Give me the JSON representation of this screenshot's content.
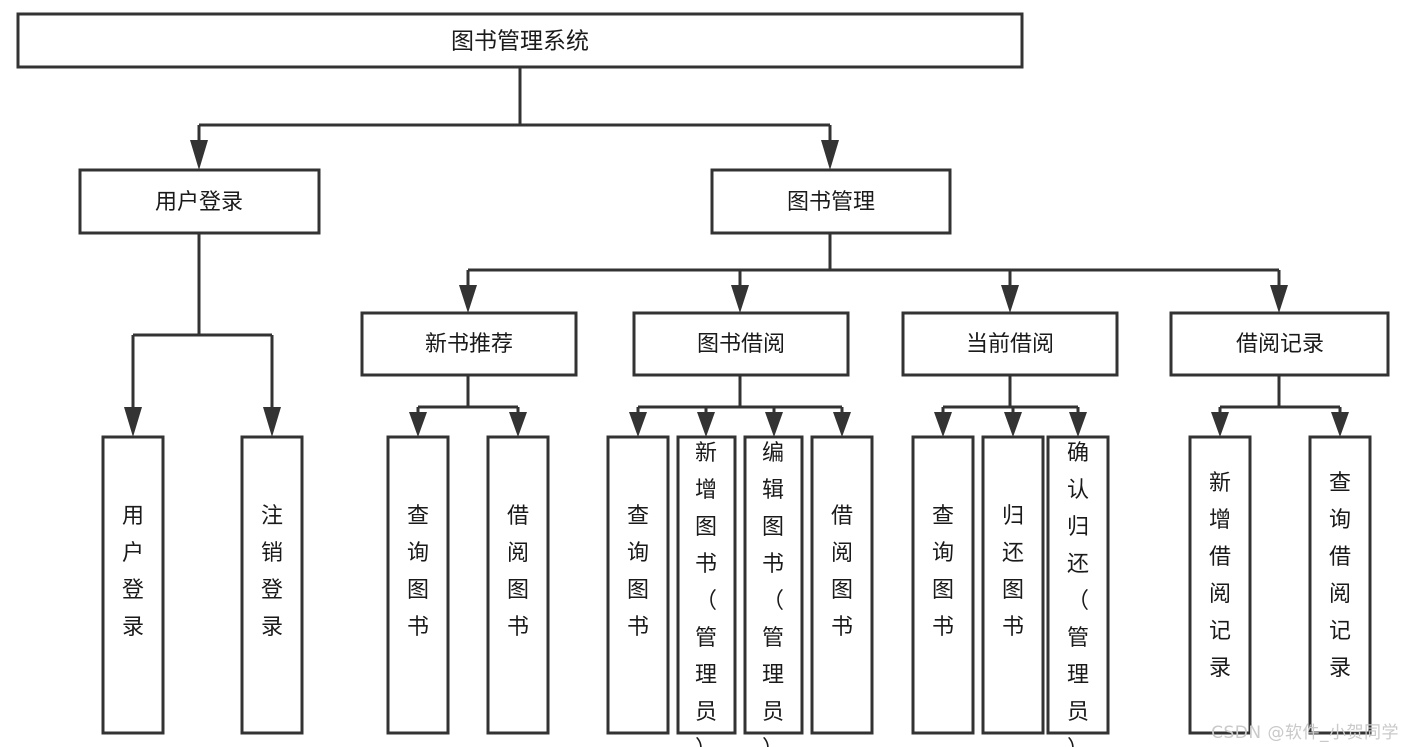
{
  "diagram": {
    "title": "图书管理系统",
    "type": "tree",
    "root": {
      "id": "root",
      "label": "图书管理系统"
    },
    "level1": [
      {
        "id": "user-login",
        "label": "用户登录"
      },
      {
        "id": "book-manage",
        "label": "图书管理"
      }
    ],
    "level2": [
      {
        "id": "new-book-recommend",
        "label": "新书推荐",
        "parent": "book-manage"
      },
      {
        "id": "book-borrow",
        "label": "图书借阅",
        "parent": "book-manage"
      },
      {
        "id": "current-borrow",
        "label": "当前借阅",
        "parent": "book-manage"
      },
      {
        "id": "borrow-record",
        "label": "借阅记录",
        "parent": "book-manage"
      }
    ],
    "leaves": [
      {
        "id": "leaf-user-login",
        "label": "用户登录",
        "parent": "user-login"
      },
      {
        "id": "leaf-logout",
        "label": "注销登录",
        "parent": "user-login"
      },
      {
        "id": "leaf-query-book-1",
        "label": "查询图书",
        "parent": "new-book-recommend"
      },
      {
        "id": "leaf-borrow-book-1",
        "label": "借阅图书",
        "parent": "new-book-recommend"
      },
      {
        "id": "leaf-query-book-2",
        "label": "查询图书",
        "parent": "book-borrow"
      },
      {
        "id": "leaf-add-book",
        "label": "新增图书（管理员）",
        "parent": "book-borrow"
      },
      {
        "id": "leaf-edit-book",
        "label": "编辑图书（管理员）",
        "parent": "book-borrow"
      },
      {
        "id": "leaf-borrow-book-2",
        "label": "借阅图书",
        "parent": "book-borrow"
      },
      {
        "id": "leaf-query-book-3",
        "label": "查询图书",
        "parent": "current-borrow"
      },
      {
        "id": "leaf-return-book",
        "label": "归还图书",
        "parent": "current-borrow"
      },
      {
        "id": "leaf-confirm-return",
        "label": "确认归还（管理员）",
        "parent": "current-borrow"
      },
      {
        "id": "leaf-add-record",
        "label": "新增借阅记录",
        "parent": "borrow-record"
      },
      {
        "id": "leaf-query-record",
        "label": "查询借阅记录",
        "parent": "borrow-record"
      }
    ],
    "colors": {
      "stroke": "#333333",
      "box_fill": "#ffffff",
      "text": "#1a1a1a",
      "background": "#ffffff",
      "watermark": "#c9c9c9"
    }
  },
  "watermark": {
    "text": "CSDN @软件_小贺同学"
  }
}
